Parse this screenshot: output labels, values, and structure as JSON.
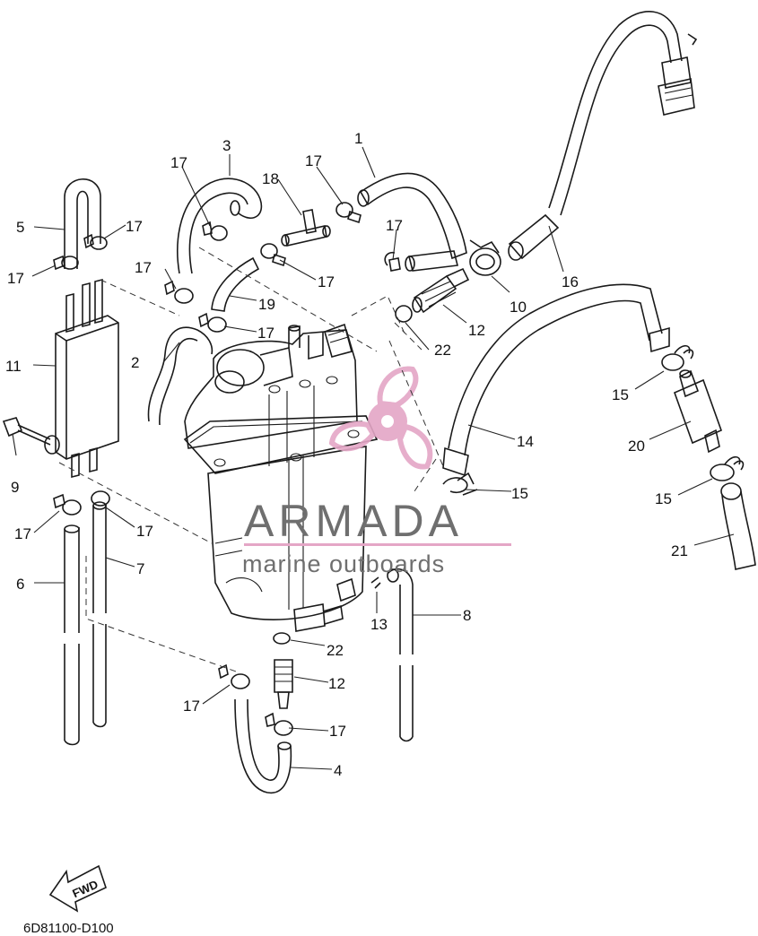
{
  "callouts": {
    "c1": "1",
    "c2": "2",
    "c3": "3",
    "c4": "4",
    "c5": "5",
    "c6": "6",
    "c7": "7",
    "c8": "8",
    "c9": "9",
    "c10": "10",
    "c11": "11",
    "c12a": "12",
    "c12b": "12",
    "c13": "13",
    "c14": "14",
    "c15a": "15",
    "c15b": "15",
    "c15c": "15",
    "c16": "16",
    "c17a": "17",
    "c17b": "17",
    "c17c": "17",
    "c17d": "17",
    "c17e": "17",
    "c17f": "17",
    "c17g": "17",
    "c17h": "17",
    "c17i": "17",
    "c17j": "17",
    "c17k": "17",
    "c17l": "17",
    "c18": "18",
    "c19": "19",
    "c20": "20",
    "c21": "21",
    "c22a": "22",
    "c22b": "22"
  },
  "watermark": {
    "brand": "ARMADA",
    "tagline": "marine outboards",
    "brand_color": "#6f6f6f",
    "accent_color": "#e4a6c6"
  },
  "direction_badge": "FWD",
  "diagram_code": "6D81100-D100"
}
